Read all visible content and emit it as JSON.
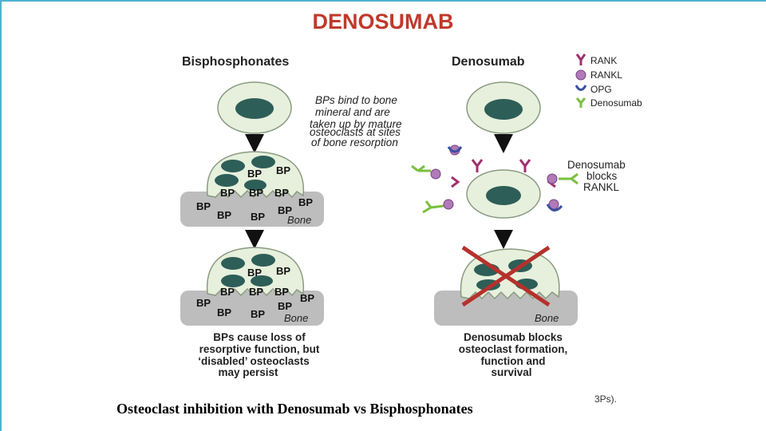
{
  "title": "DENOSUMAB",
  "caption": "Osteoclast inhibition with Denosumab vs Bisphosphonates",
  "crop_fragment": "3Ps).",
  "left": {
    "heading": "Bisphosphonates",
    "note_lines": [
      "BPs bind to bone",
      "mineral and are",
      "taken up by mature",
      "osteoclasts at sites",
      "of bone resorption"
    ],
    "bp_label": "BP",
    "bone_label": "Bone",
    "caption_lines": [
      "BPs cause loss of",
      "resorptive function, but",
      "‘disabled’ osteoclasts",
      "may persist"
    ]
  },
  "right": {
    "heading": "Denosumab",
    "blocks_lines": [
      "Denosumab",
      "blocks",
      "RANKL"
    ],
    "bone_label": "Bone",
    "caption_lines": [
      "Denosumab blocks",
      "osteoclast formation,",
      "function and",
      "survival"
    ]
  },
  "legend": [
    {
      "label": "RANK",
      "icon": "rank-icon",
      "color": "#a0306e"
    },
    {
      "label": "RANKL",
      "icon": "rankl-icon",
      "color": "#b07ab8"
    },
    {
      "label": "OPG",
      "icon": "opg-icon",
      "color": "#3b4fa0"
    },
    {
      "label": "Denosumab",
      "icon": "denosumab-antibody-icon",
      "color": "#7bbf3f"
    }
  ],
  "colors": {
    "title": "#c0392b",
    "cell_fill": "#e6f0dc",
    "nucleus": "#2e5e58",
    "bone": "#bdbdbd",
    "cross": "#b5312c"
  }
}
